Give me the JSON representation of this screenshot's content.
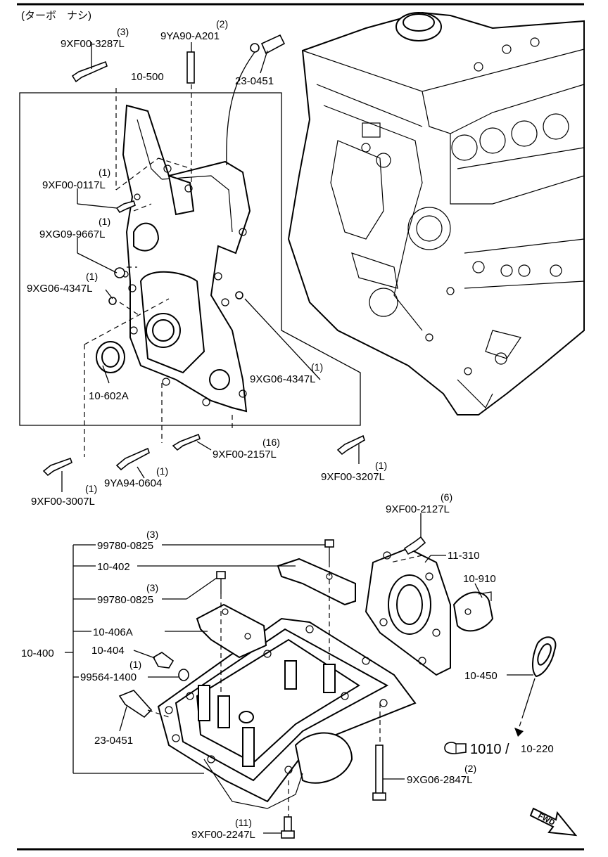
{
  "header_note": "(ターボ　ナシ)",
  "callouts": {
    "c1": {
      "part": "9XF00-3287L",
      "qty": "(3)"
    },
    "c2": {
      "part": "9YA90-A201",
      "qty": "(2)"
    },
    "c3": {
      "part": "10-500"
    },
    "c4": {
      "part": "23-0451"
    },
    "c5": {
      "part": "9XF00-0117L",
      "qty": "(1)"
    },
    "c6": {
      "part": "9XG09-9667L",
      "qty": "(1)"
    },
    "c7": {
      "part": "9XG06-4347L",
      "qty": "(1)"
    },
    "c8": {
      "part": "9XG06-4347L",
      "qty": "(1)"
    },
    "c9": {
      "part": "10-602A"
    },
    "c10": {
      "part": "9XF00-2157L",
      "qty": "(16)"
    },
    "c11": {
      "part": "9XF00-3207L",
      "qty": "(1)"
    },
    "c12": {
      "part": "9YA94-0604",
      "qty": "(1)"
    },
    "c13": {
      "part": "9XF00-3007L",
      "qty": "(1)"
    },
    "c14": {
      "part": "9XF00-2127L",
      "qty": "(6)"
    },
    "c15": {
      "part": "99780-0825",
      "qty": "(3)"
    },
    "c16": {
      "part": "11-310"
    },
    "c17": {
      "part": "10-402"
    },
    "c18": {
      "part": "10-910"
    },
    "c19": {
      "part": "99780-0825",
      "qty": "(3)"
    },
    "c20": {
      "part": "10-406A"
    },
    "c21": {
      "part": "10-400"
    },
    "c22": {
      "part": "10-404"
    },
    "c23": {
      "part": "99564-1400",
      "qty": "(1)"
    },
    "c24": {
      "part": "10-450"
    },
    "c25": {
      "part": "23-0451"
    },
    "c26": {
      "part": "9XG06-2847L",
      "qty": "(2)"
    },
    "c27": {
      "part": "9XF00-2247L",
      "qty": "(11)"
    }
  },
  "reference": {
    "main": "1010",
    "separator": "/",
    "sub": "10-220"
  },
  "fwd_label": "FWD",
  "icons": {
    "reference": "hand-pointer-icon",
    "direction": "fwd-arrow-icon"
  }
}
